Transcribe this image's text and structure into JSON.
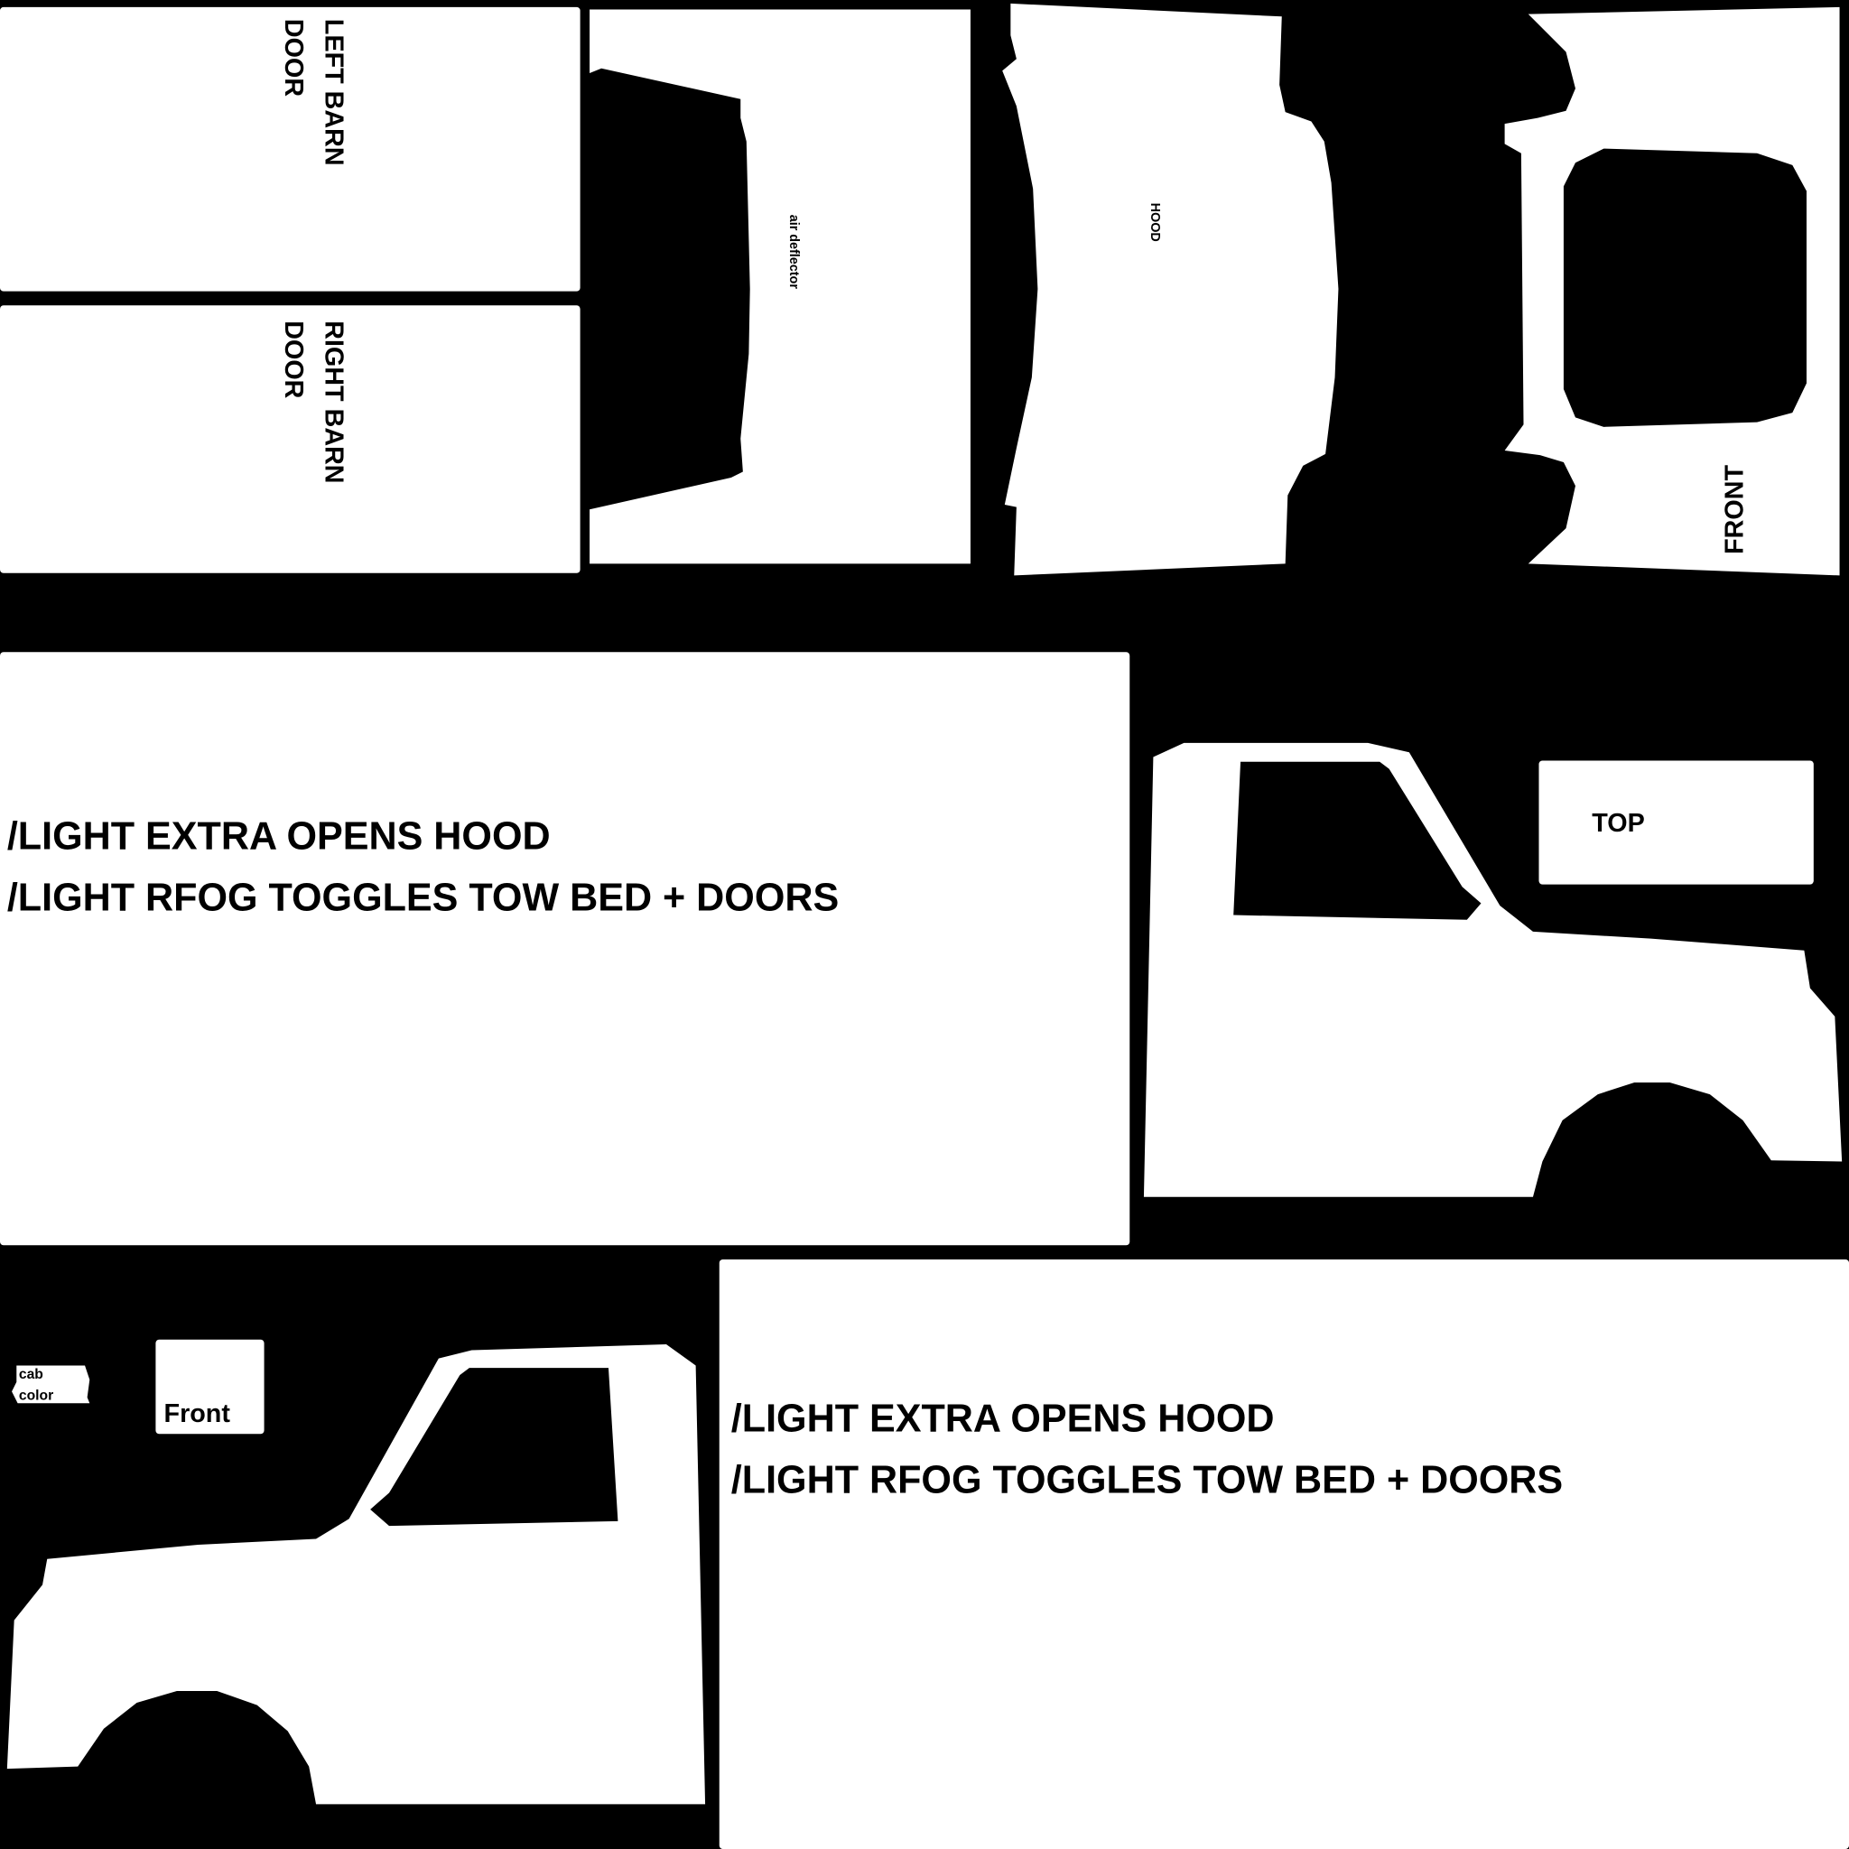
{
  "colors": {
    "background": "#000000",
    "panel": "#ffffff",
    "text": "#000000"
  },
  "labels": {
    "left_barn_door": [
      "LEFT BARN",
      "DOOR"
    ],
    "right_barn_door": [
      "RIGHT BARN",
      "DOOR"
    ],
    "air_deflector": "air deflector",
    "hood": "HOOD",
    "front_grille": "FRONT",
    "top": "TOP",
    "cab_color": [
      "cab",
      "color"
    ],
    "front_small": "Front"
  },
  "instructions_upper": [
    "/LIGHT EXTRA OPENS HOOD",
    "/LIGHT RFOG TOGGLES TOW BED + DOORS"
  ],
  "instructions_lower": [
    "/LIGHT EXTRA OPENS HOOD",
    "/LIGHT RFOG TOGGLES TOW BED + DOORS"
  ]
}
